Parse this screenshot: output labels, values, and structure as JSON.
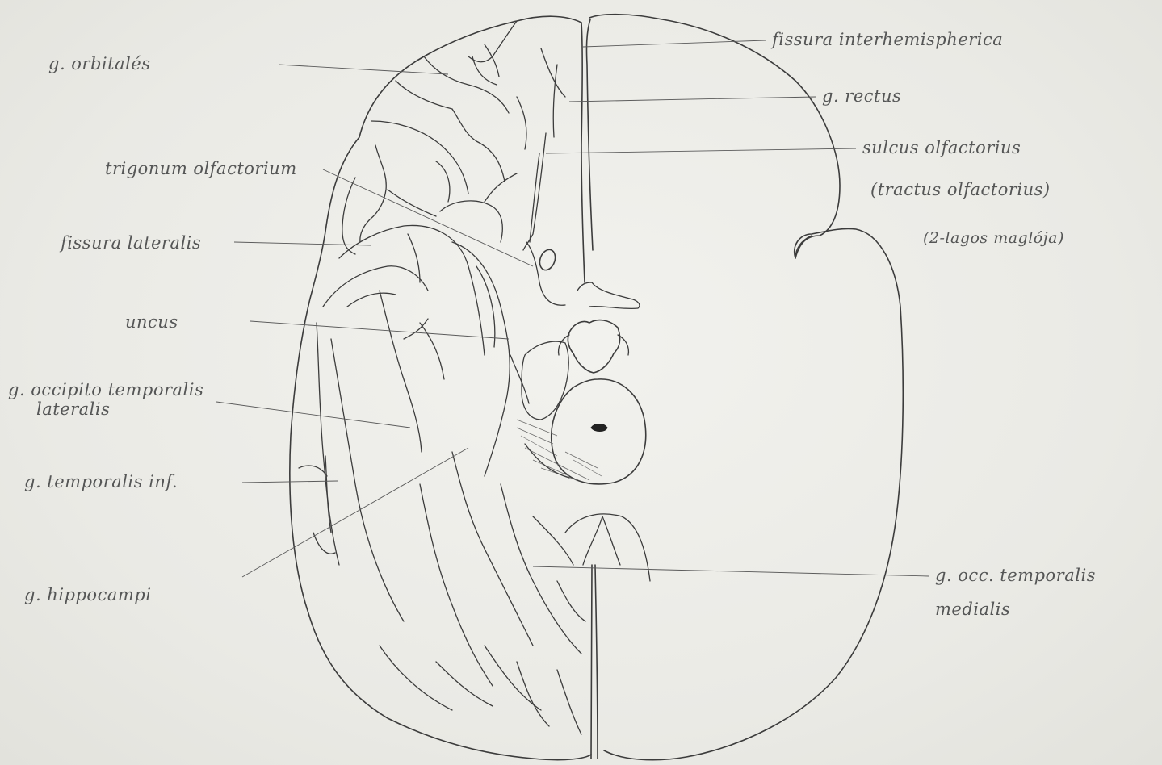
{
  "labels": {
    "orbitales": "g. orbitalés",
    "trigonum": "trigonum olfactorium",
    "fissura_lateralis": "fissura lateralis",
    "uncus": "uncus",
    "occ_temp_lat_1": "g. occipito temporalis",
    "occ_temp_lat_2": "lateralis",
    "temporalis_inf": "g. temporalis inf.",
    "hippocampi": "g. hippocampi",
    "interhemispherica": "fissura interhemispherica",
    "rectus": "g. rectus",
    "sulcus_1": "sulcus olfactorius",
    "sulcus_2": "(tractus olfactorius)",
    "sulcus_3": "(2-lagos maglója)",
    "occ_temp_med_1": "g. occ. temporalis",
    "occ_temp_med_2": "medialis"
  },
  "colors": {
    "ink": "#3c3c3c",
    "paper": "#ebebe6",
    "pencil": "#555656"
  }
}
